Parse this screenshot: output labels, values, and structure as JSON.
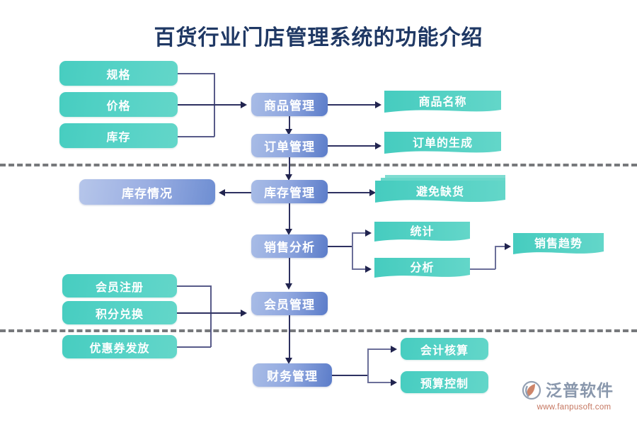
{
  "diagram": {
    "title": "百货行业门店管理系统的功能介绍",
    "core_nodes": [
      {
        "id": "goods",
        "label": "商品管理"
      },
      {
        "id": "order",
        "label": "订单管理"
      },
      {
        "id": "stock",
        "label": "库存管理"
      },
      {
        "id": "sales",
        "label": "销售分析"
      },
      {
        "id": "member",
        "label": "会员管理"
      },
      {
        "id": "finance",
        "label": "财务管理"
      }
    ],
    "input_nodes": [
      {
        "id": "spec",
        "label": "规格"
      },
      {
        "id": "price",
        "label": "价格"
      },
      {
        "id": "inventory",
        "label": "库存"
      },
      {
        "id": "reg",
        "label": "会员注册"
      },
      {
        "id": "points",
        "label": "积分兑换"
      },
      {
        "id": "coupon",
        "label": "优惠券发放"
      }
    ],
    "output_nodes": [
      {
        "id": "goods_name",
        "label": "商品名称"
      },
      {
        "id": "order_gen",
        "label": "订单的生成"
      },
      {
        "id": "stock_state",
        "label": "库存情况"
      },
      {
        "id": "avoid_oos",
        "label": "避免缺货"
      },
      {
        "id": "stat",
        "label": "统计"
      },
      {
        "id": "analysis",
        "label": "分析"
      },
      {
        "id": "trend",
        "label": "销售趋势"
      },
      {
        "id": "accounting",
        "label": "会计核算"
      },
      {
        "id": "budget",
        "label": "预算控制"
      }
    ],
    "watermark": {
      "brand": "泛普软件",
      "url": "www.fanpusoft.com"
    },
    "colors": {
      "title": "#1f3864",
      "teal": "#4ecdc4",
      "blue": "#7f9ad8",
      "connector": "#2e3161",
      "divider": "#77797c",
      "watermark_text": "#7f8fa6",
      "watermark_url": "#c06a52"
    }
  }
}
